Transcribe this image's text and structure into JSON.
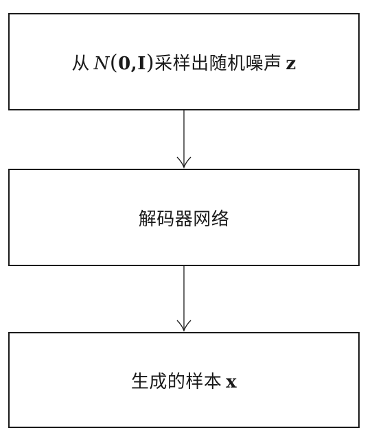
{
  "diagram": {
    "steps": [
      {
        "prefix": "从",
        "math_N": "N",
        "paren_open": "(",
        "math_args": "0,I",
        "paren_close": ")",
        "suffix": "采样出随机噪声",
        "var": "z"
      },
      {
        "label": "解码器网络"
      },
      {
        "prefix": "生成的样本",
        "var": "x"
      }
    ],
    "connectors": [
      {
        "from": "step-1",
        "to": "step-2"
      },
      {
        "from": "step-2",
        "to": "step-3"
      }
    ],
    "colors": {
      "stroke": "#1a1a1a",
      "background": "#ffffff"
    }
  }
}
